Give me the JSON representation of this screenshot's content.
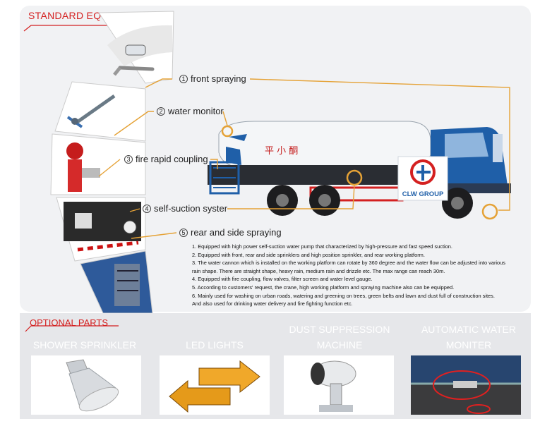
{
  "standard": {
    "title": "STANDARD EQUIPMENT",
    "items": [
      {
        "num": "1",
        "label": "front spraying"
      },
      {
        "num": "2",
        "label": "water monitor"
      },
      {
        "num": "3",
        "label": "fire rapid coupling"
      },
      {
        "num": "4",
        "label": "self-suction syster"
      },
      {
        "num": "5",
        "label": "rear and side spraying"
      }
    ]
  },
  "truck": {
    "tank_text": "平 小 酮",
    "logo_text": "CLW GROUP"
  },
  "notes": [
    "1. Equipped with high power self-suction water pump that characterized by high-pressure and fast speed suction.",
    "2. Equipped with front, rear and side sprinklers and high position sprinkler, and rear working platform.",
    "3. The water cannon which is installed on the working platform can rotate by 360 degree and the water flow can be adjusted into various",
    "rain shape. There are straight shape, heavy rain, medium rain and drizzle etc. The max range can reach 30m.",
    "4. Equipped with fire coupling, flow valves, filter screen and water level gauge.",
    "5. According to customers' request, the crane, high working platform and spraying machine also can be equipped.",
    "6. Mainly used for washing on urban roads, watering and greening on trees, green belts and lawn and dust full of construction sites.",
    "And also used for drinking water delivery and fire fighting function etc."
  ],
  "optional": {
    "title": "OPTIONAL PARTS",
    "parts": [
      {
        "caption_1": "SHOWER SPRINKLER",
        "caption_2": ""
      },
      {
        "caption_1": "LED LIGHTS",
        "caption_2": ""
      },
      {
        "caption_1": "DUST SUPPRESSION",
        "caption_2": "MACHINE"
      },
      {
        "caption_1": "AUTOMATIC WATER",
        "caption_2": "MONITER"
      }
    ]
  },
  "colors": {
    "accent_red": "#d42020",
    "truck_blue": "#1f5fa8",
    "led_orange": "#e59a1a"
  }
}
